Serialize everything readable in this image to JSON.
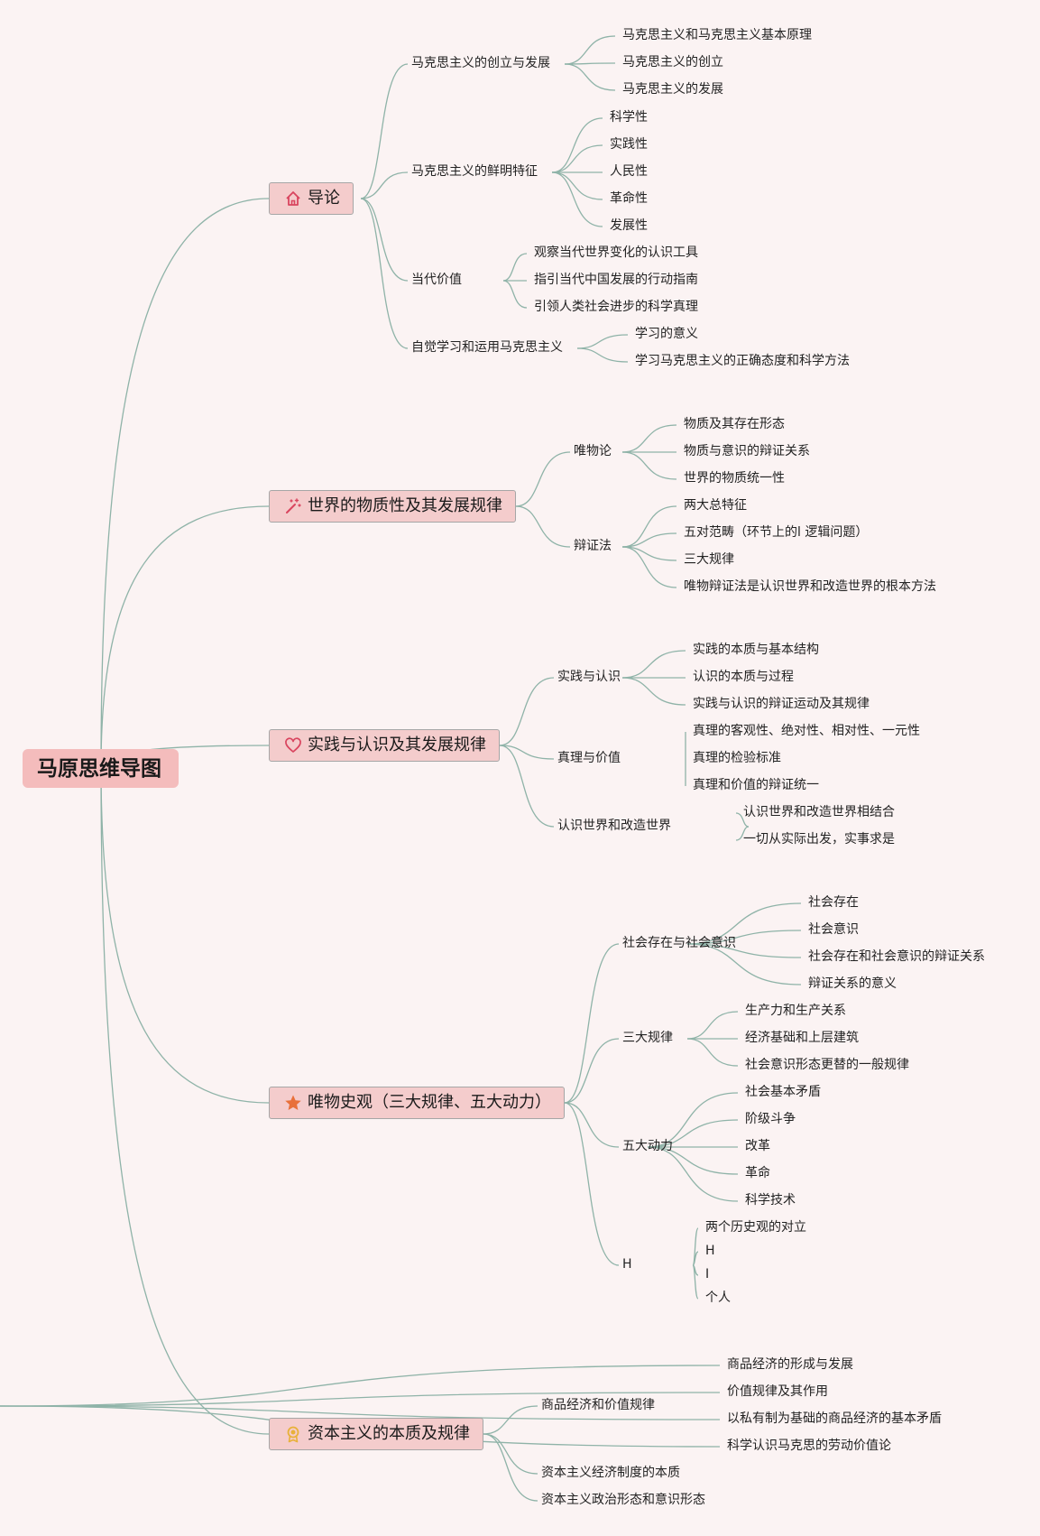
{
  "title": "马原思维导图",
  "branches": [
    {
      "label": "导论",
      "icon": "home-icon",
      "children": [
        {
          "label": "马克思主义的创立与发展",
          "children": [
            "马克思主义和马克思主义基本原理",
            "马克思主义的创立",
            "马克思主义的发展"
          ]
        },
        {
          "label": "马克思主义的鲜明特征",
          "children": [
            "科学性",
            "实践性",
            "人民性",
            "革命性",
            "发展性"
          ]
        },
        {
          "label": "当代价值",
          "children": [
            "观察当代世界变化的认识工具",
            "指引当代中国发展的行动指南",
            "引领人类社会进步的科学真理"
          ]
        },
        {
          "label": "自觉学习和运用马克思主义",
          "children": [
            "学习的意义",
            "学习马克思主义的正确态度和科学方法"
          ]
        }
      ]
    },
    {
      "label": "世界的物质性及其发展规律",
      "icon": "magic-wand-icon",
      "children": [
        {
          "label": "唯物论",
          "children": [
            "物质及其存在形态",
            "物质与意识的辩证关系",
            "世界的物质统一性"
          ]
        },
        {
          "label": "辩证法",
          "children": [
            "两大总特征",
            "五对范畴（环节上的l 逻辑问题）",
            "三大规律",
            "唯物辩证法是认识世界和改造世界的根本方法"
          ]
        }
      ]
    },
    {
      "label": "实践与认识及其发展规律",
      "icon": "heart-icon",
      "children": [
        {
          "label": "实践与认识",
          "children": [
            "实践的本质与基本结构",
            "认识的本质与过程",
            "实践与认识的辩证运动及其规律"
          ]
        },
        {
          "label": "真理与价值",
          "children": [
            "真理的客观性、绝对性、相对性、一元性",
            "真理的检验标准",
            "真理和价值的辩证统一"
          ]
        },
        {
          "label": "认识世界和改造世界",
          "children": [
            "认识世界和改造世界相结合",
            "一切从实际出发，实事求是"
          ]
        }
      ]
    },
    {
      "label": "唯物史观（三大规律、五大动力）",
      "icon": "star-icon",
      "children": [
        {
          "label": "社会存在与社会意识",
          "children": [
            "社会存在",
            "社会意识",
            "社会存在和社会意识的辩证关系",
            "辩证关系的意义"
          ]
        },
        {
          "label": "三大规律",
          "children": [
            "生产力和生产关系",
            "经济基础和上层建筑",
            "社会意识形态更替的一般规律"
          ]
        },
        {
          "label": "五大动力",
          "children": [
            "社会基本矛盾",
            "阶级斗争",
            "改革",
            "革命",
            "科学技术"
          ]
        },
        {
          "label": "H",
          "children": [
            "两个历史观的对立",
            "H",
            "I",
            "个人"
          ]
        }
      ]
    },
    {
      "label": "资本主义的本质及规律",
      "icon": "medal-icon",
      "children": [
        {
          "label": "商品经济和价值规律",
          "children": [
            "商品经济的形成与发展",
            "价值规律及其作用",
            "以私有制为基础的商品经济的基本矛盾",
            "科学认识马克思的劳动价值论"
          ]
        },
        {
          "label": "资本主义经济制度的本质",
          "children": []
        },
        {
          "label": "资本主义政治形态和意识形态",
          "children": []
        }
      ]
    }
  ],
  "colors": {
    "background": "#fbf3f3",
    "root_fill": "#f4bcbc",
    "branch_fill": "#f4cccc",
    "link": "#8fb3a8",
    "icon_red": "#d9455f",
    "icon_orange": "#e8703a",
    "icon_yellow": "#e8b13a"
  }
}
